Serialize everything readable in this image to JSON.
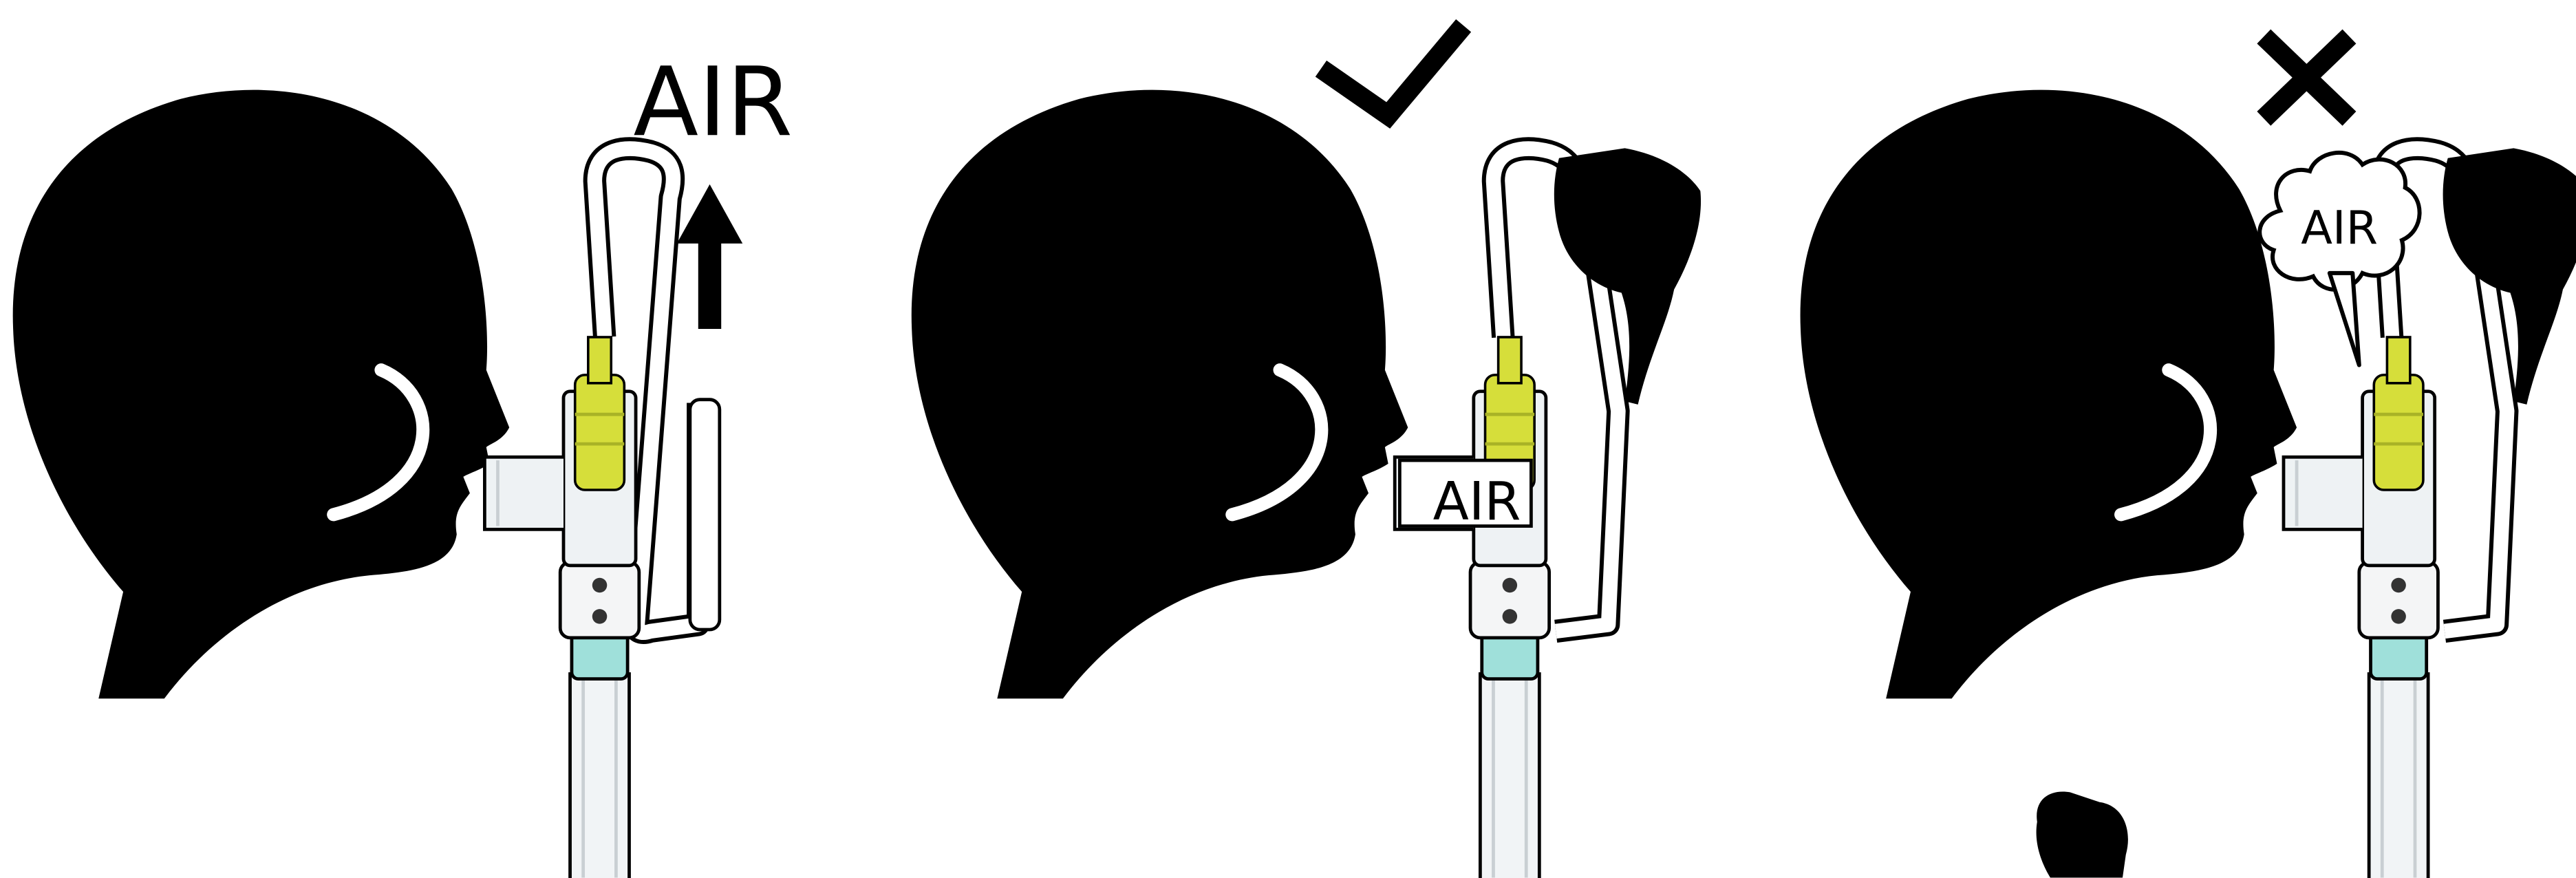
{
  "panels": [
    {
      "id": "exhale",
      "label": "AIR"
    },
    {
      "id": "correct",
      "label": "AIR",
      "status_icon": "check-icon"
    },
    {
      "id": "incorrect",
      "label": "AIR",
      "status_icon": "cross-icon"
    }
  ],
  "colors": {
    "silhouette": "#000000",
    "tube": "#ffffff",
    "valve_body": "#d6de3a",
    "valve_shadow": "#a9b326",
    "tip": "#9fe0da",
    "clear_plastic": "#eef2f4"
  }
}
